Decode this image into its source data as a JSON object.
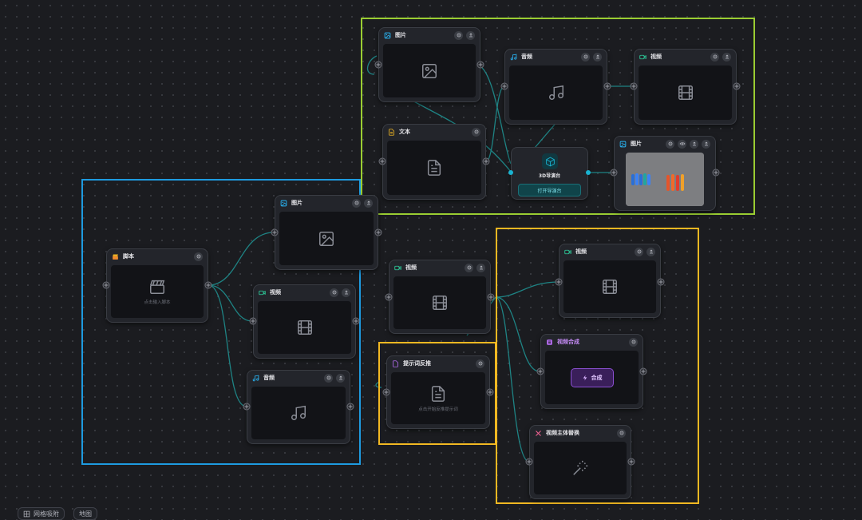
{
  "labels": {
    "image": "图片",
    "audio": "音频",
    "video": "视频",
    "text": "文本",
    "script": "脚本",
    "prompt_reverse": "提示词反推",
    "video_compose": "视频合成",
    "subject_replace": "视频主体替换",
    "director": "3D导演台",
    "open_director": "打开导演台",
    "compose_btn": "合成",
    "script_hint": "点击输入脚本",
    "prompt_hint": "点击开始反推提示词"
  },
  "toolbar": {
    "grid_snap": "网格吸附",
    "map": "地图"
  },
  "colors": {
    "frame_green": "#9acd32",
    "frame_blue": "#1e9be0",
    "frame_yellow": "#f2b822",
    "port_accent": "#19b3d1",
    "wire": "#1f8f8f",
    "compose_purple": "#b46cf0"
  }
}
